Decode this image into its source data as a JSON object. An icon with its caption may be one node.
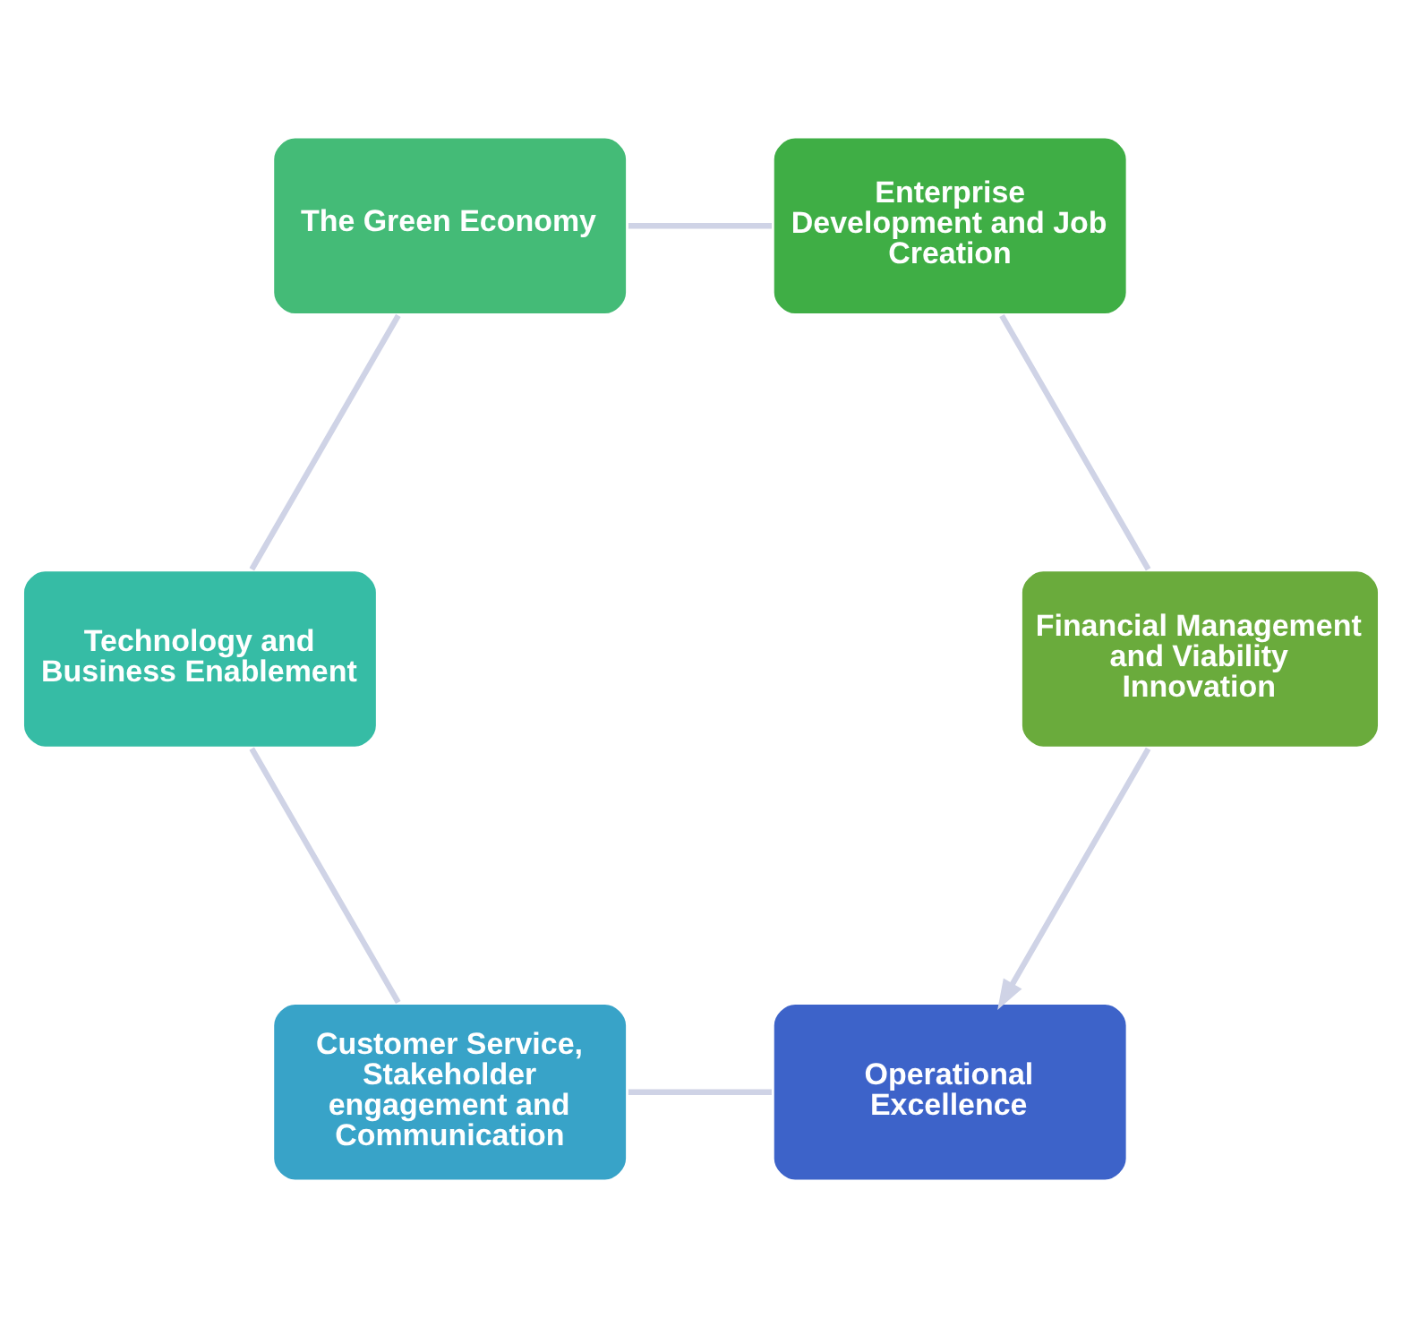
{
  "diagram": {
    "nodes": [
      {
        "text": [
          "Operational Excellence"
        ]
      },
      {
        "text": [
          "Customer Service, Stakeholder engagement and Communication"
        ]
      },
      {
        "text": [
          "Technology and Business Enablement"
        ]
      },
      {
        "text": [
          "The Green Economy"
        ]
      },
      {
        "text": [
          "Enterprise Development and Job Creation"
        ]
      },
      {
        "text": [
          "Financial Management and Viability Innovation"
        ]
      }
    ],
    "edges": [
      {
        "from": 0,
        "to": 1,
        "arrow": "none"
      },
      {
        "from": 1,
        "to": 2,
        "arrow": "none"
      },
      {
        "from": 2,
        "to": 3,
        "arrow": "none"
      },
      {
        "from": 3,
        "to": 4,
        "arrow": "none"
      },
      {
        "from": 4,
        "to": 5,
        "arrow": "none"
      },
      {
        "from": 5,
        "to": 0,
        "arrow": "to"
      }
    ]
  }
}
